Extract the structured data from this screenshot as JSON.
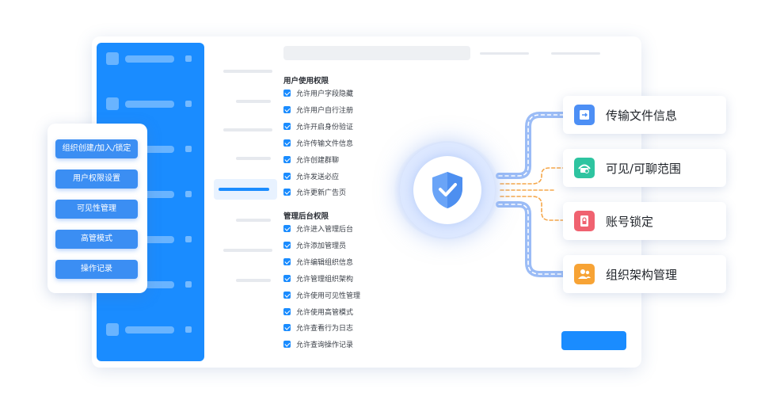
{
  "left_menu": {
    "items": [
      "组织创建/加入/锁定",
      "用户权限设置",
      "可见性管理",
      "高管模式",
      "操作记录"
    ]
  },
  "permissions": {
    "user_section": {
      "title": "用户使用权限",
      "items": [
        "允许用户字段隐藏",
        "允许用户自行注册",
        "允许开启身份验证",
        "允许传输文件信息",
        "允许创建群聊",
        "允许发送必应",
        "允许更新广告页"
      ]
    },
    "admin_section": {
      "title": "管理后台权限",
      "items": [
        "允许进入管理后台",
        "允许添加管理员",
        "允许编辑组织信息",
        "允许管理组织架构",
        "允许使用可见性管理",
        "允许使用高管模式",
        "允许查看行为日志",
        "允许查询操作记录"
      ]
    }
  },
  "features": [
    {
      "label": "传输文件信息",
      "icon": "file-transfer-icon",
      "color": "#4d8ff5"
    },
    {
      "label": "可见/可聊范围",
      "icon": "visibility-icon",
      "color": "#2ec4a0"
    },
    {
      "label": "账号锁定",
      "icon": "lock-icon",
      "color": "#f06270"
    },
    {
      "label": "组织架构管理",
      "icon": "org-icon",
      "color": "#f7a335"
    }
  ],
  "colors": {
    "primary": "#1a8cff",
    "connector_blue": "#8fb3f5",
    "connector_orange": "#f5a74a"
  }
}
